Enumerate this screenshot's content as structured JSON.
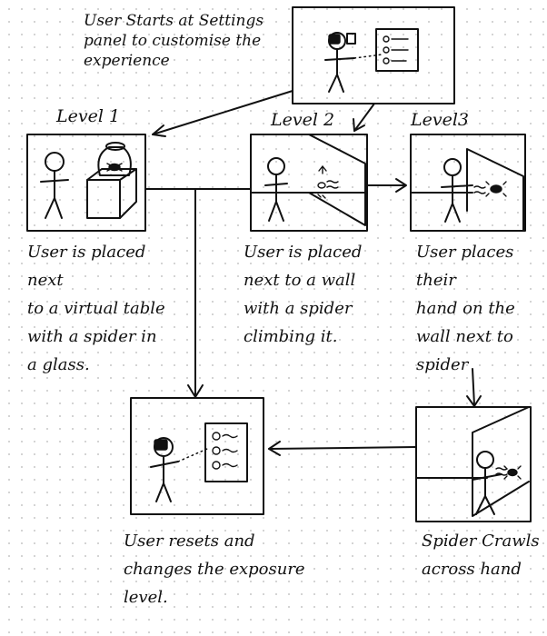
{
  "notes": {
    "intro": "User Starts at Settings\npanel to customise the\nexperience"
  },
  "levels": {
    "level1": "Level 1",
    "level2": "Level 2",
    "level3": "Level3"
  },
  "captions": {
    "level1": "User is placed next\nto a virtual table\nwith a spider in\na glass.",
    "level2": "User is placed\nnext to a wall\nwith a spider\nclimbing it.",
    "level3": "User places their\nhand on the\nwall next to\nspider",
    "crawl": "Spider Crawls\nacross hand",
    "reset": "User resets and\nchanges the exposure\nlevel."
  },
  "colors": {
    "ink": "#111111",
    "paper": "#ffffff",
    "grid_dot": "#c9c9c9"
  }
}
